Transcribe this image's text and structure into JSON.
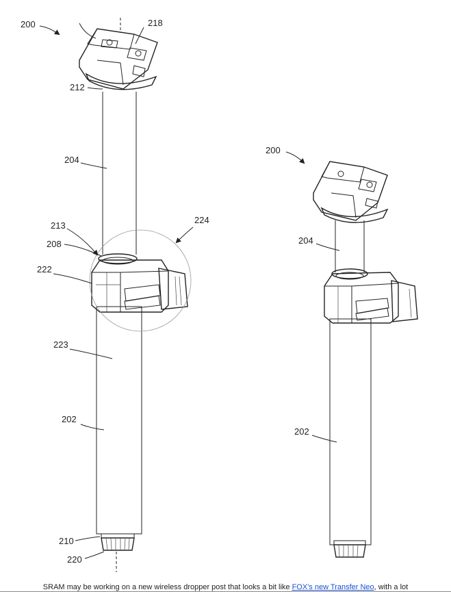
{
  "figure": {
    "labels": {
      "l200a": "200",
      "l218": "218",
      "l212": "212",
      "l204a": "204",
      "l213": "213",
      "l208": "208",
      "l222": "222",
      "l224": "224",
      "l223": "223",
      "l202a": "202",
      "l210": "210",
      "l220": "220",
      "l200b": "200",
      "l204b": "204",
      "l202b": "202"
    }
  },
  "caption": {
    "text_before": "SRAM may be working on a new wireless dropper post that looks a bit like ",
    "link": "FOX's new Transfer Neo",
    "text_after": ", with a lot"
  }
}
